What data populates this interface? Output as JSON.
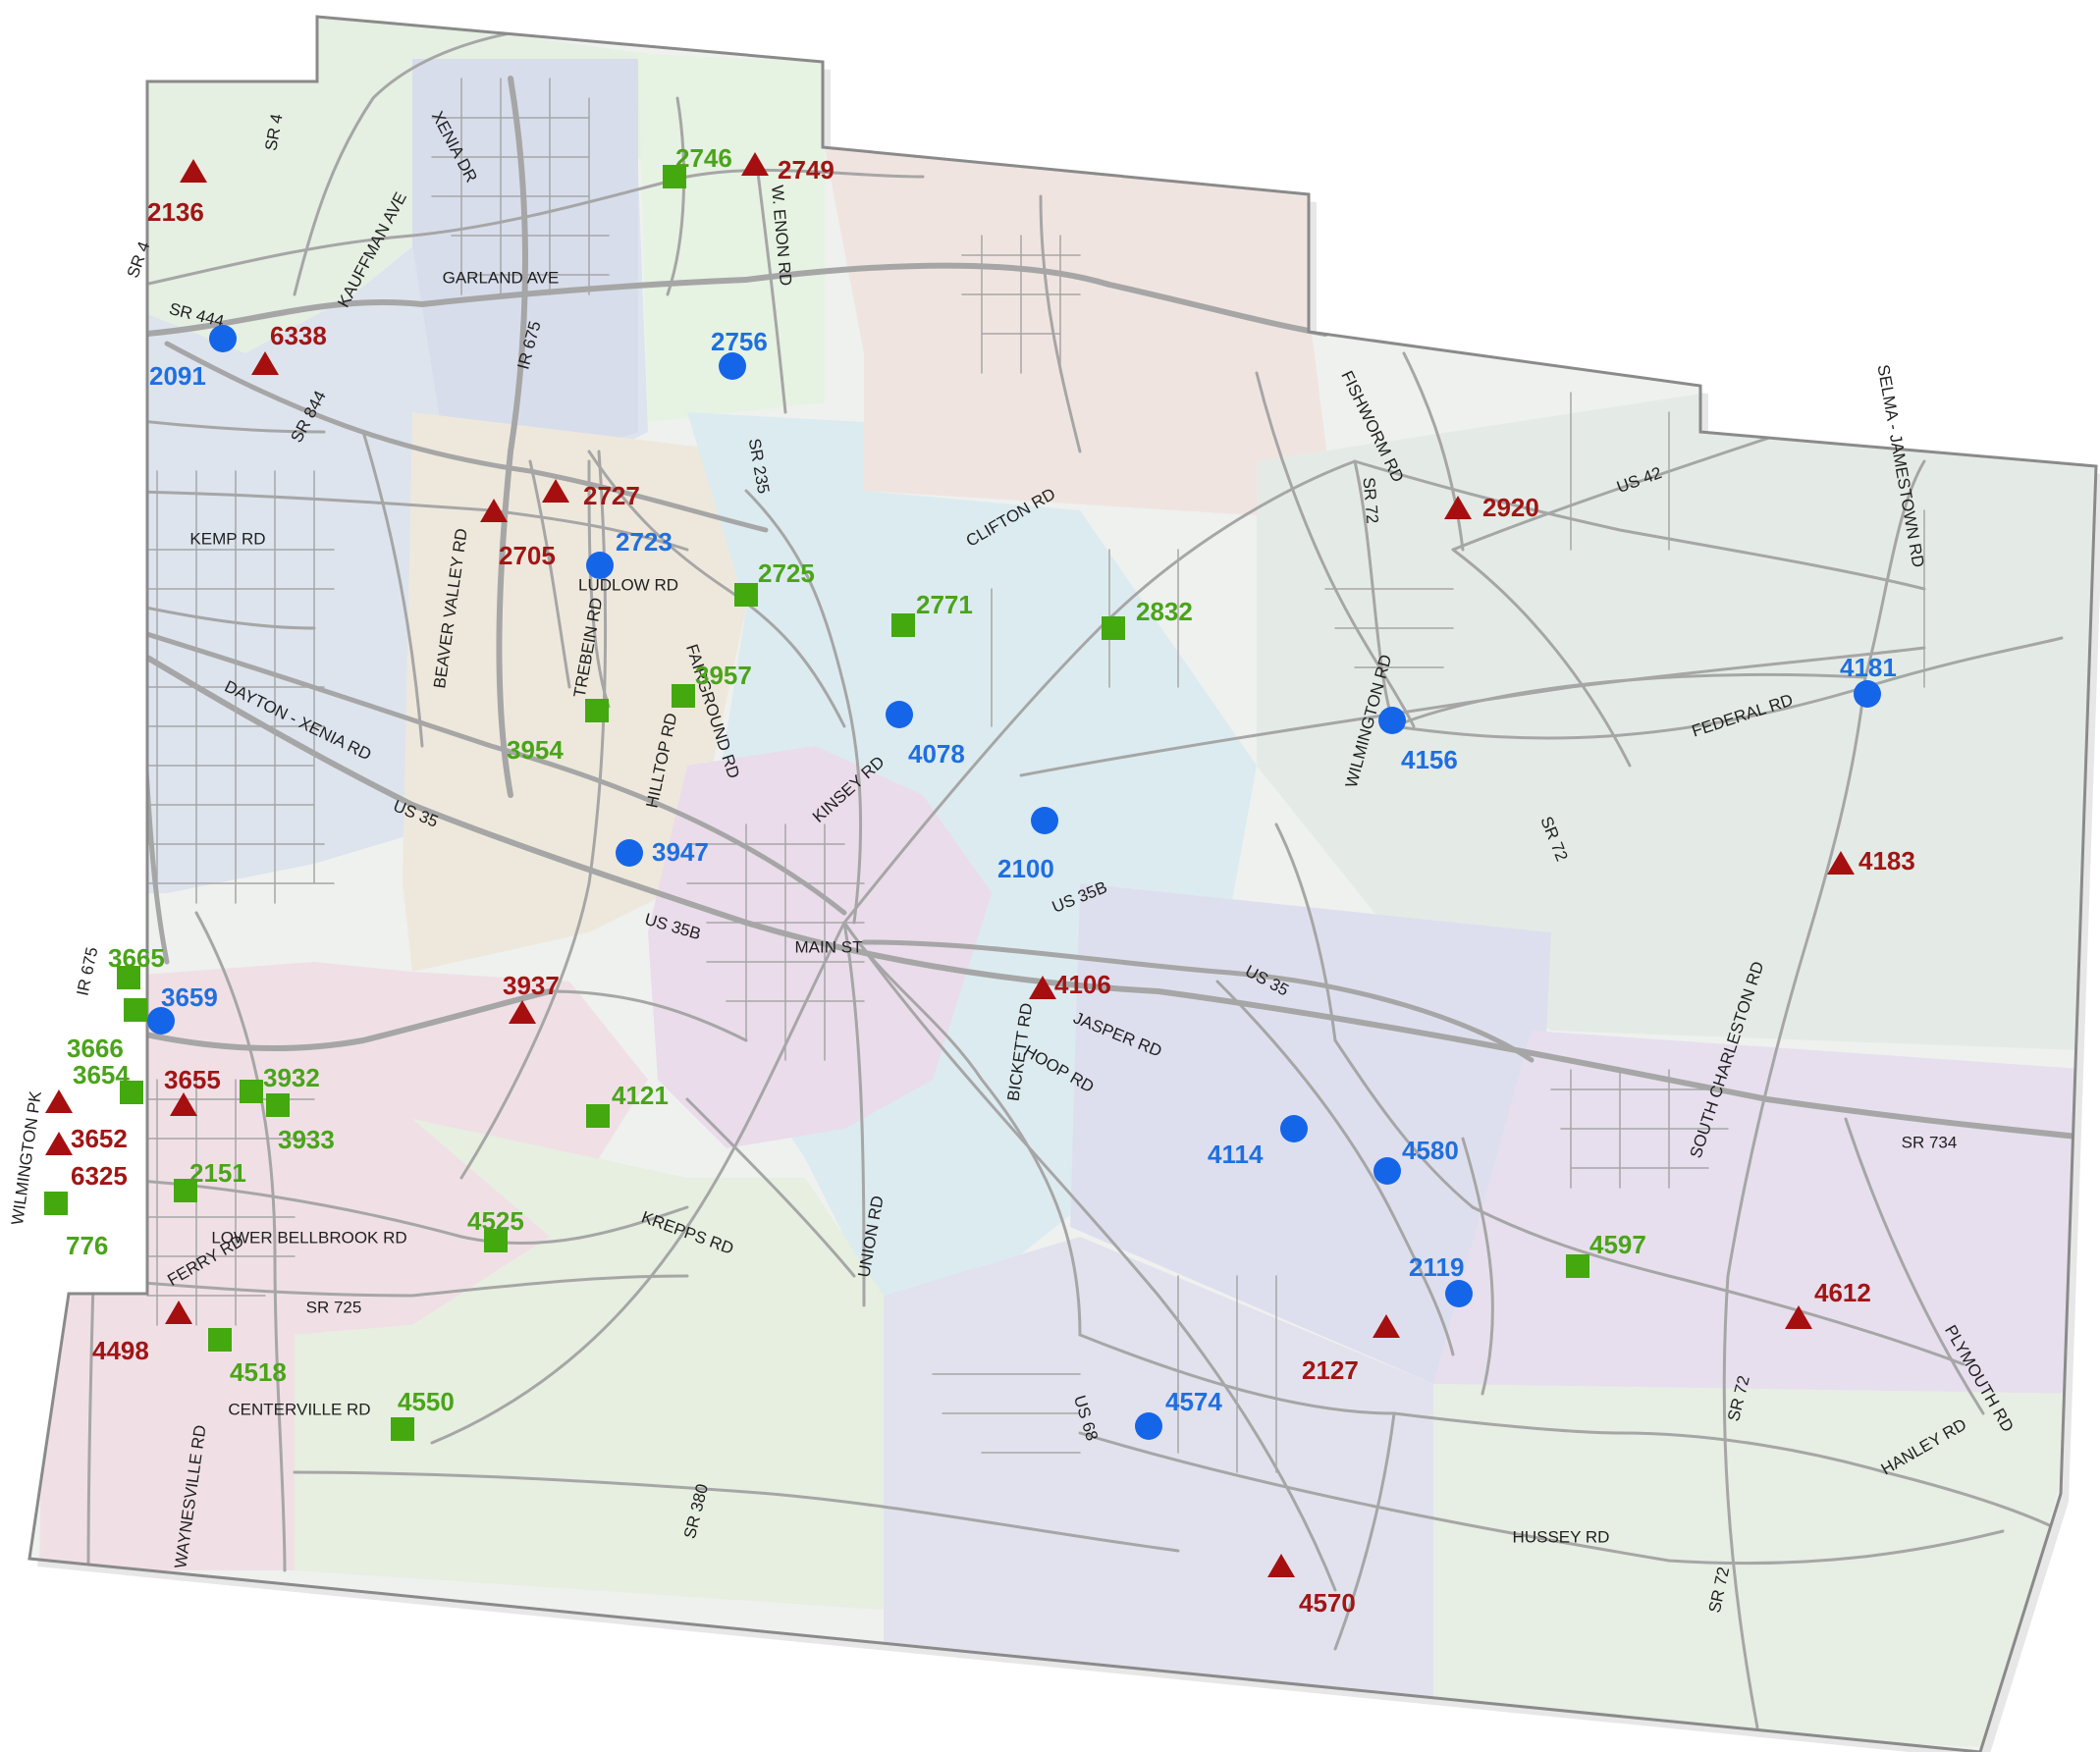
{
  "colors": {
    "circle": "#1565e8",
    "triangle": "#a50f0f",
    "square": "#44a80f",
    "county_outline": "#8a8a8a",
    "road": "#a9a9a9"
  },
  "road_labels": [
    "SR 4",
    "XENIA DR",
    "W. ENON RD",
    "GARLAND AVE",
    "KAUFFMAN AVE",
    "SR 444",
    "SR 4",
    "IR 675",
    "SR 844",
    "SR 235",
    "FISHWORM RD",
    "US 42",
    "SELMA - JAMESTOWN RD",
    "SR 72",
    "CLIFTON RD",
    "KEMP RD",
    "BEAVER VALLEY RD",
    "LUDLOW RD",
    "TREBEIN RD",
    "HILLTOP RD",
    "FAIRGROUND RD",
    "KINSEY RD",
    "DAYTON - XENIA RD",
    "US 35",
    "WILMINGTON RD",
    "FEDERAL RD",
    "SR 72",
    "US 35B",
    "US 35B",
    "MAIN ST",
    "SOUTH CHARLESTON RD",
    "US 35",
    "JASPER RD",
    "BICKETT RD",
    "HOOP RD",
    "IR 675",
    "WILMINGTON PK",
    "LOWER BELLBROOK RD",
    "FERRY RD",
    "SR 725",
    "KREPPS RD",
    "UNION RD",
    "SR 734",
    "CENTERVILLE RD",
    "WAYNESVILLE RD",
    "SR 380",
    "US 68",
    "SR 72",
    "PLYMOUTH RD",
    "HANLEY RD",
    "HUSSEY RD",
    "SR 72"
  ],
  "sites": [
    {
      "label": "2136",
      "type": "triangle"
    },
    {
      "label": "2746",
      "type": "square"
    },
    {
      "label": "2749",
      "type": "triangle"
    },
    {
      "label": "6338",
      "type": "triangle"
    },
    {
      "label": "2091",
      "type": "circle"
    },
    {
      "label": "2756",
      "type": "circle"
    },
    {
      "label": "2727",
      "type": "triangle"
    },
    {
      "label": "2705",
      "type": "triangle"
    },
    {
      "label": "2723",
      "type": "circle"
    },
    {
      "label": "2725",
      "type": "square"
    },
    {
      "label": "2771",
      "type": "square"
    },
    {
      "label": "2832",
      "type": "square"
    },
    {
      "label": "2920",
      "type": "triangle"
    },
    {
      "label": "3957",
      "type": "square"
    },
    {
      "label": "3954",
      "type": "square"
    },
    {
      "label": "4078",
      "type": "circle"
    },
    {
      "label": "4156",
      "type": "circle"
    },
    {
      "label": "4181",
      "type": "circle"
    },
    {
      "label": "2100",
      "type": "circle"
    },
    {
      "label": "3947",
      "type": "circle"
    },
    {
      "label": "4183",
      "type": "triangle"
    },
    {
      "label": "3665",
      "type": "square"
    },
    {
      "label": "3659",
      "type": "circle"
    },
    {
      "label": "3666",
      "type": "square"
    },
    {
      "label": "3937",
      "type": "triangle"
    },
    {
      "label": "4106",
      "type": "triangle"
    },
    {
      "label": "3654",
      "type": "square"
    },
    {
      "label": "3655",
      "type": "triangle"
    },
    {
      "label": "3932",
      "type": "square"
    },
    {
      "label": "3933",
      "type": "square"
    },
    {
      "label": "3652",
      "type": "triangle"
    },
    {
      "label": "6325",
      "type": "triangle"
    },
    {
      "label": "4121",
      "type": "square"
    },
    {
      "label": "2151",
      "type": "square"
    },
    {
      "label": "776",
      "type": "square"
    },
    {
      "label": "4114",
      "type": "circle"
    },
    {
      "label": "4580",
      "type": "circle"
    },
    {
      "label": "4525",
      "type": "square"
    },
    {
      "label": "4597",
      "type": "square"
    },
    {
      "label": "2119",
      "type": "circle"
    },
    {
      "label": "4612",
      "type": "triangle"
    },
    {
      "label": "2127",
      "type": "triangle"
    },
    {
      "label": "4498",
      "type": "triangle"
    },
    {
      "label": "4518",
      "type": "square"
    },
    {
      "label": "4550",
      "type": "square"
    },
    {
      "label": "4574",
      "type": "circle"
    },
    {
      "label": "4570",
      "type": "triangle"
    }
  ]
}
